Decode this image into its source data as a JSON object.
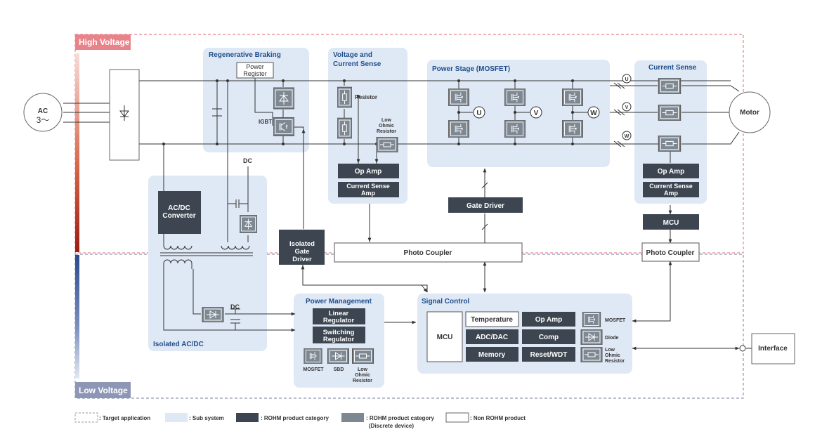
{
  "zones": {
    "high_voltage": "High Voltage",
    "low_voltage": "Low Voltage"
  },
  "source": {
    "line1": "AC",
    "line2": "3～"
  },
  "motor": "Motor",
  "interface": "Interface",
  "subsystems": {
    "regen": "Regenerative Braking",
    "vcs_line1": "Voltage and",
    "vcs_line2": "Current Sense",
    "power_stage": "Power Stage (MOSFET)",
    "current_sense": "Current Sense",
    "isolated": "Isolated AC/DC",
    "power_mgmt": "Power Management",
    "signal_control": "Signal Control"
  },
  "blocks": {
    "power_register_l1": "Power",
    "power_register_l2": "Register",
    "acdc_l1": "AC/DC",
    "acdc_l2": "Converter",
    "iso_gate_l1": "Isolated",
    "iso_gate_l2": "Gate",
    "iso_gate_l3": "Driver",
    "op_amp_vcs": "Op Amp",
    "csa_vcs_l1": "Current Sense",
    "csa_vcs_l2": "Amp",
    "gate_driver": "Gate Driver",
    "photo_coupler_main": "Photo Coupler",
    "op_amp_cs": "Op Amp",
    "csa_cs_l1": "Current Sense",
    "csa_cs_l2": "Amp",
    "mcu_cs": "MCU",
    "photo_coupler_cs": "Photo Coupler",
    "linear_l1": "Linear",
    "linear_l2": "Regulator",
    "switching_l1": "Switching",
    "switching_l2": "Regulator",
    "mcu_main": "MCU",
    "temperature": "Temperature",
    "op_amp_sc": "Op Amp",
    "adc_dac": "ADC/DAC",
    "comp": "Comp",
    "memory": "Memory",
    "reset_wdt": "Reset/WDT"
  },
  "labels": {
    "igbt": "IGBT",
    "resistor": "Resistor",
    "low_ohmic_l1": "Low",
    "low_ohmic_l2": "Ohmic",
    "low_ohmic_l3": "Resistor",
    "dc_top": "DC",
    "dc_bottom": "DC",
    "phase_u": "U",
    "phase_v": "V",
    "phase_w": "W",
    "pm_mosfet": "MOSFET",
    "pm_sbd": "SBD",
    "pm_lor_l1": "Low",
    "pm_lor_l2": "Ohmic",
    "pm_lor_l3": "Resistor",
    "sc_mosfet": "MOSFET",
    "sc_diode": "Diode",
    "sc_lor_l1": "Low",
    "sc_lor_l2": "Ohmic",
    "sc_lor_l3": "Resistor"
  },
  "legend": {
    "target": ": Target application",
    "subsystem": ": Sub system",
    "rohm": ": ROHM product category",
    "rohm_discrete_l1": ": ROHM product category",
    "rohm_discrete_l2": "(Discrete device)",
    "non_rohm": ": Non ROHM product"
  },
  "colors": {
    "high_voltage": "#e8838a",
    "low_voltage": "#8d97b5",
    "subsystem_fill": "#dfe8f5",
    "subsystem_title": "#1f4f8c",
    "rohm_block": "#3d4650",
    "discrete_device": "#7d8892",
    "line": "#333333"
  }
}
